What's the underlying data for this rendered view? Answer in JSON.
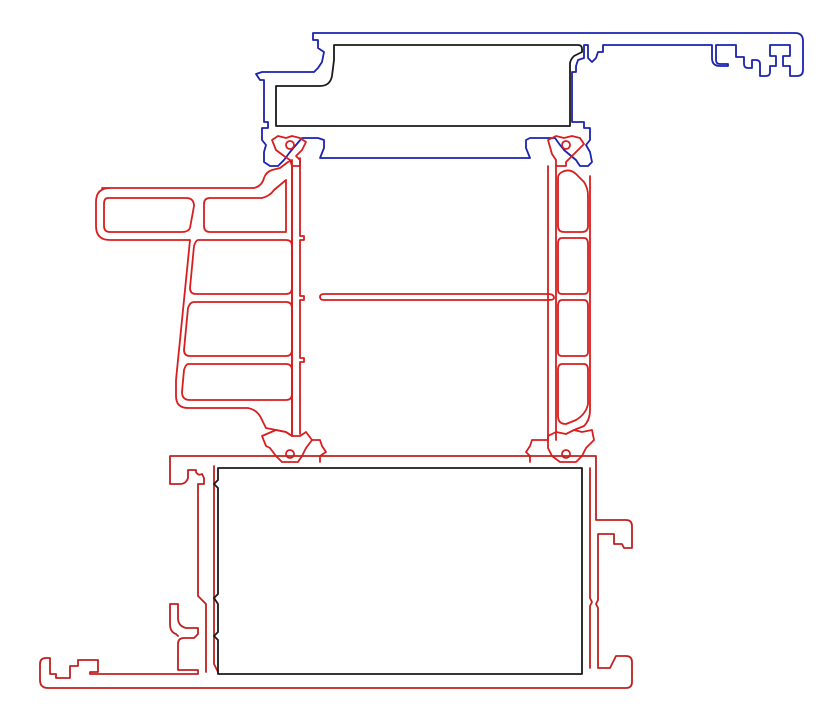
{
  "diagram": {
    "kind": "aluminium-profile-cross-section",
    "colors": {
      "background": "#ffffff",
      "glazing_bead": "#1a22b0",
      "frame_profile": "#d81e1e",
      "sash_profile": "#c02020",
      "insert_outline": "#1a1a1a"
    },
    "parts": [
      {
        "id": "glazing-bead",
        "color": "glazing_bead"
      },
      {
        "id": "thermal-frame",
        "color": "frame_profile"
      },
      {
        "id": "sash-frame",
        "color": "sash_profile"
      },
      {
        "id": "top-insert",
        "color": "insert_outline"
      },
      {
        "id": "bottom-insert",
        "color": "insert_outline"
      }
    ]
  }
}
